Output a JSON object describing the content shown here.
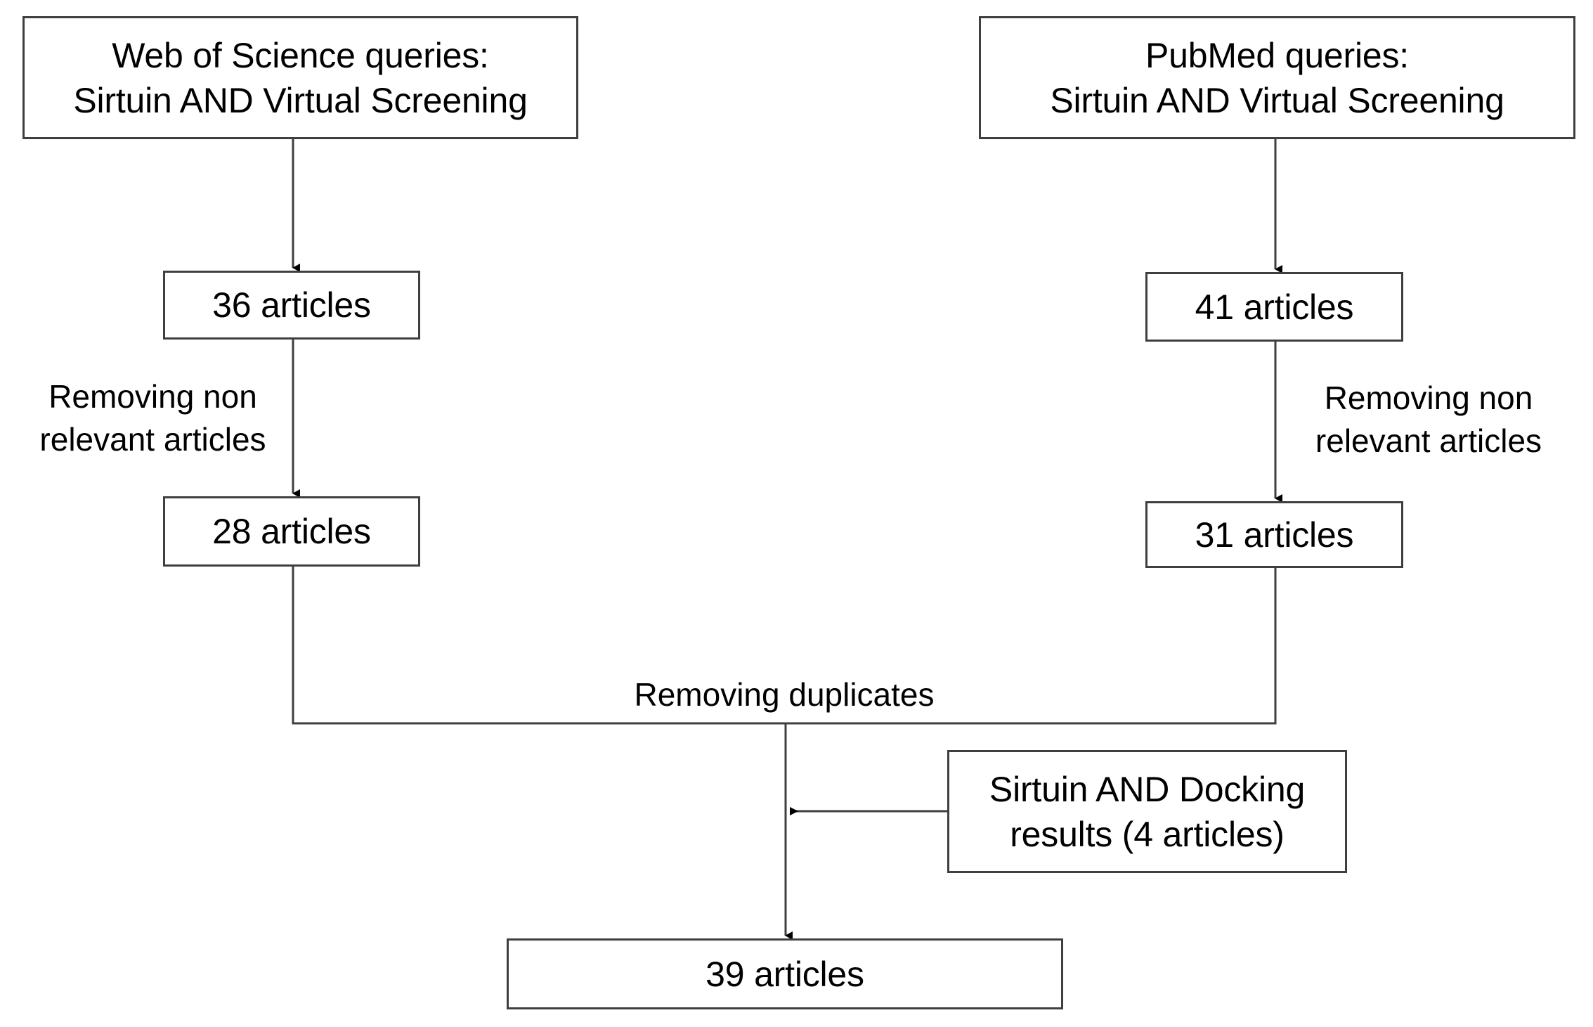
{
  "diagram": {
    "title": "Literature search flow diagram",
    "background_color": "#ffffff",
    "line_color": "#3f3f3f",
    "text_color": "#000000"
  },
  "nodes": {
    "wos_query": {
      "line1": "Web of Science queries:",
      "line2": "Sirtuin AND Virtual Screening"
    },
    "pubmed_query": {
      "line1": "PubMed queries:",
      "line2": "Sirtuin AND Virtual Screening"
    },
    "wos_initial": {
      "line1": "36 articles"
    },
    "pubmed_initial": {
      "line1": "41 articles"
    },
    "wos_filtered": {
      "line1": "28 articles"
    },
    "pubmed_filtered": {
      "line1": "31 articles"
    },
    "docking": {
      "line1": "Sirtuin AND Docking",
      "line2": "results (4 articles)"
    },
    "final": {
      "line1": "39 articles"
    }
  },
  "edge_labels": {
    "wos_filter": {
      "line1": "Removing non",
      "line2": "relevant articles"
    },
    "pubmed_filter": {
      "line1": "Removing non",
      "line2": "relevant articles"
    },
    "dedup": {
      "line1": "Removing duplicates"
    }
  }
}
